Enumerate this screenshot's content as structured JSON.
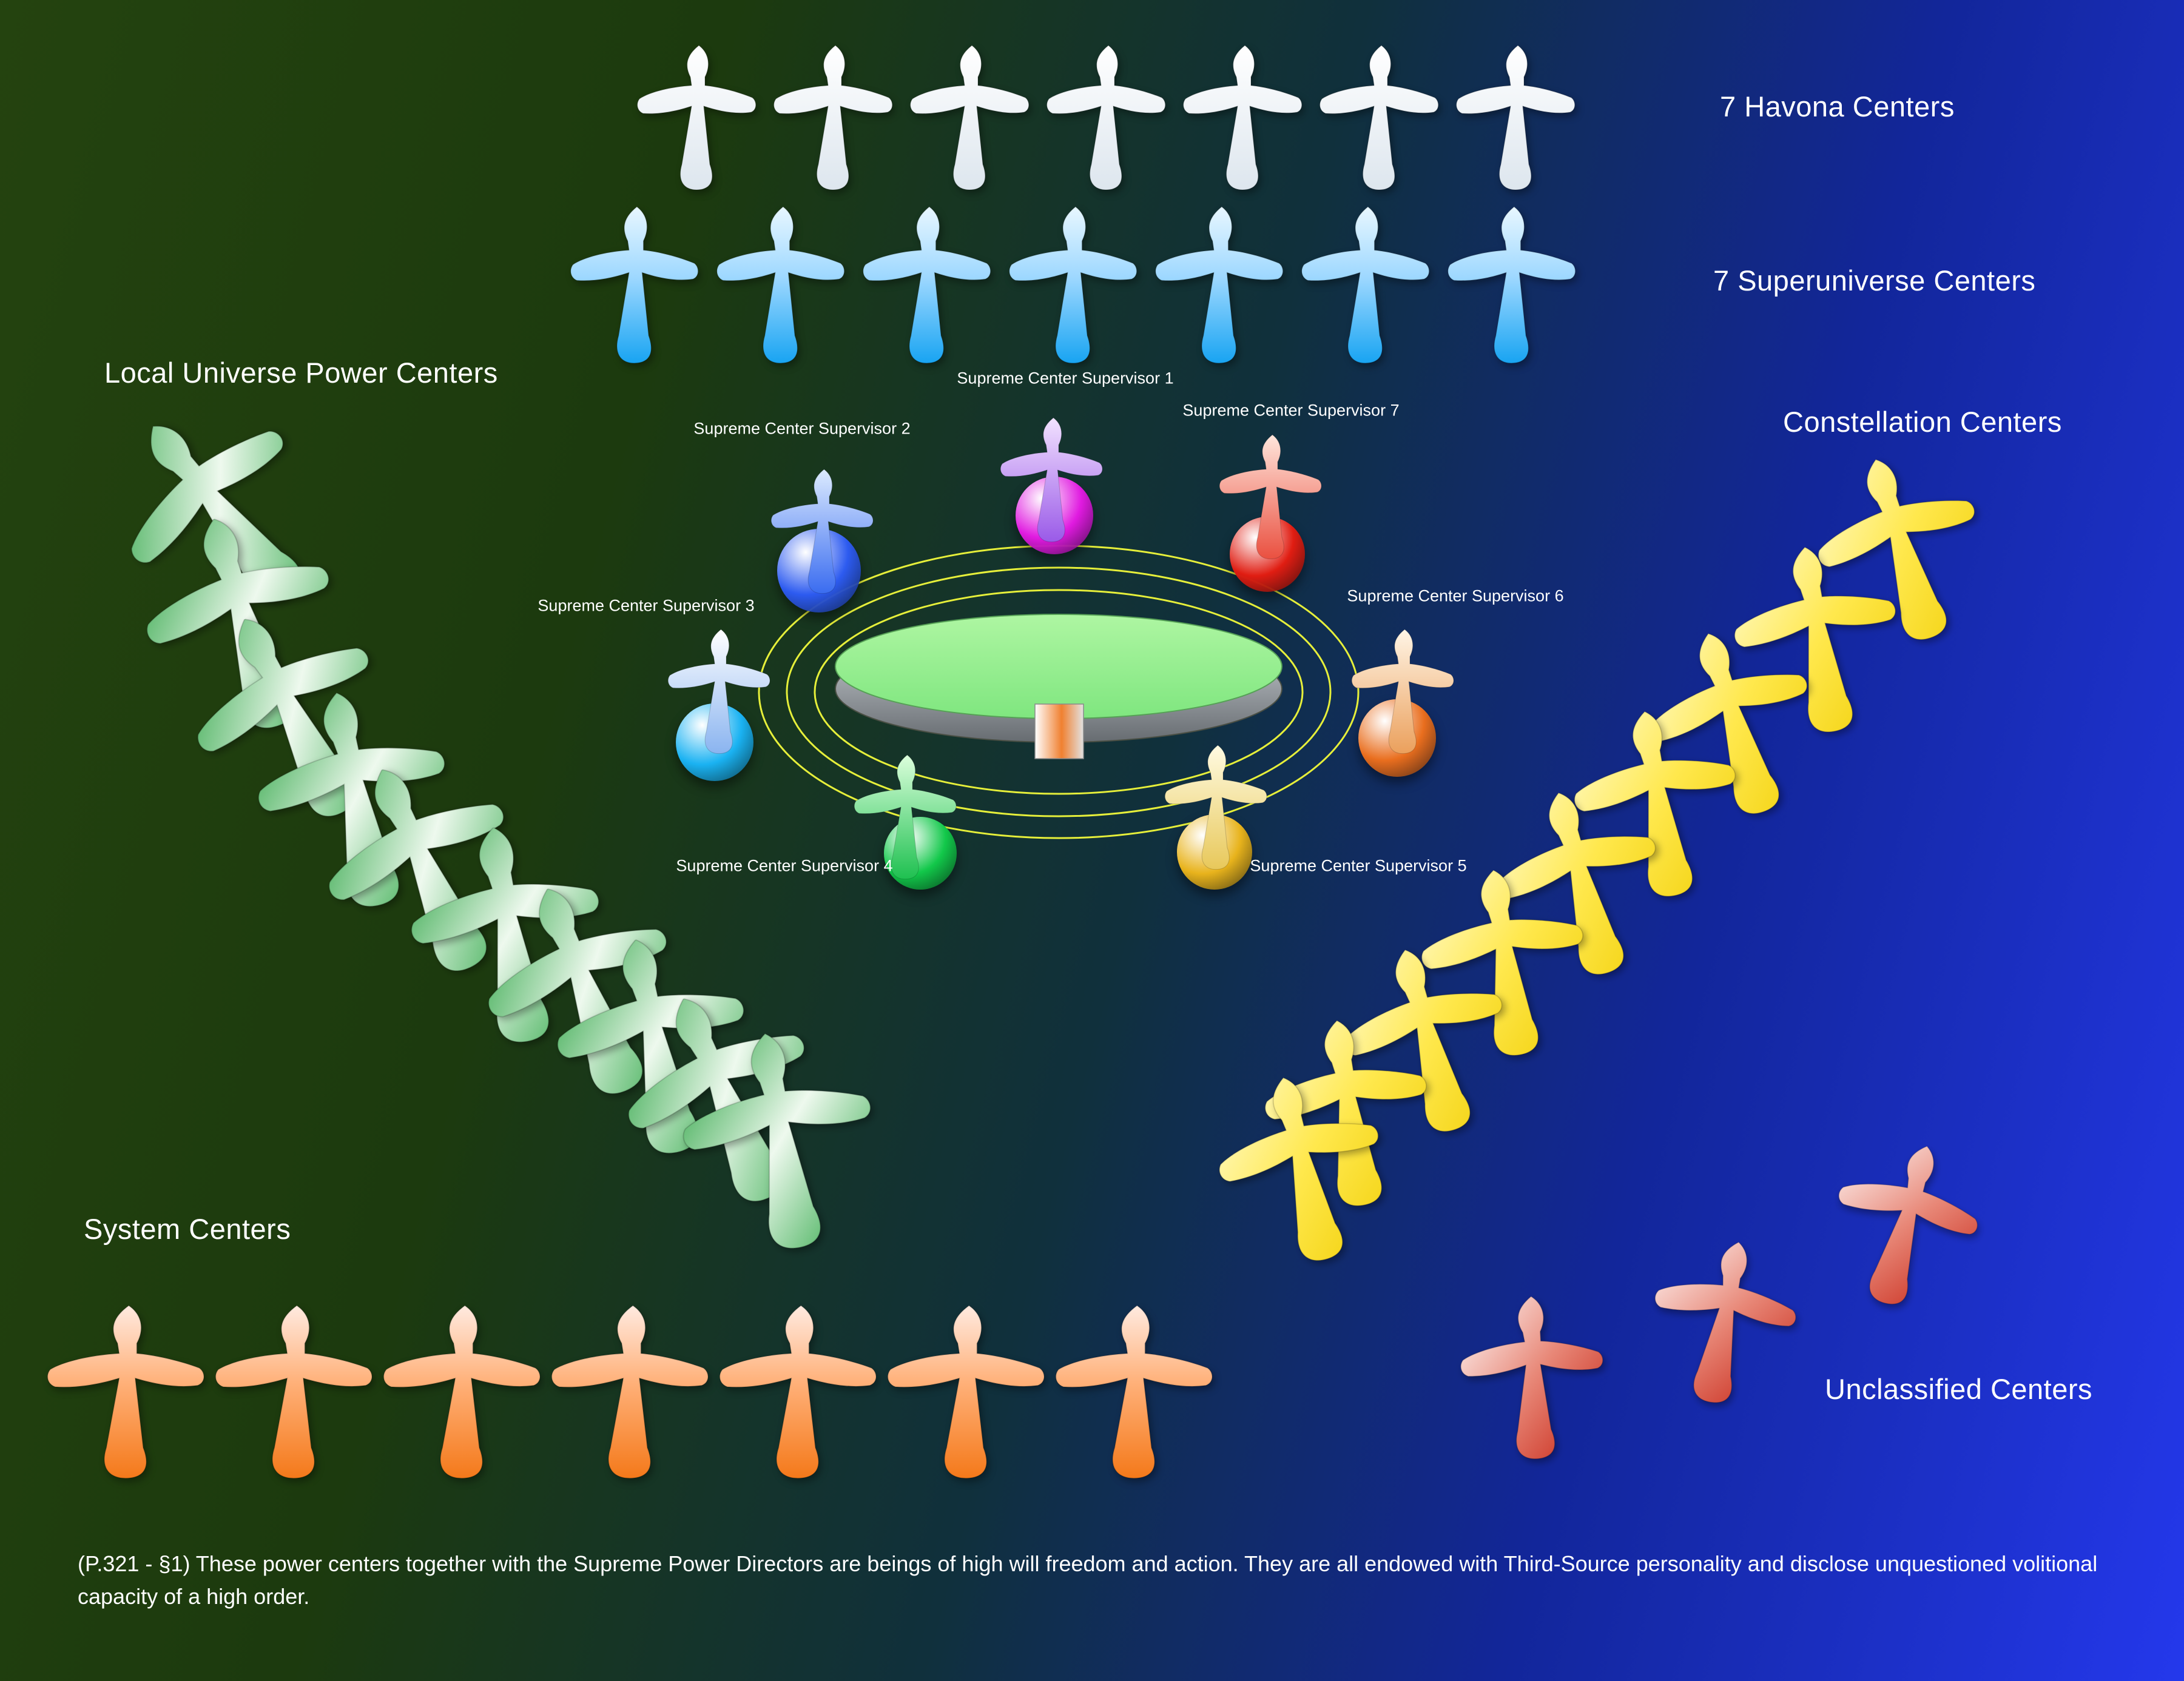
{
  "labels": {
    "havona": "7 Havona Centers",
    "superuniverse": "7 Superuniverse Centers",
    "local_universe": "Local Universe Power Centers",
    "constellation": "Constellation Centers",
    "system": "System Centers",
    "unclassified": "Unclassified Centers"
  },
  "groups": {
    "havona": {
      "count": 7,
      "color": "white"
    },
    "superuniverse": {
      "count": 7,
      "color": "blue"
    },
    "local_universe": {
      "count": 10,
      "color": "green"
    },
    "constellation": {
      "count": 9,
      "color": "yellow"
    },
    "system": {
      "count": 7,
      "color": "orange"
    },
    "unclassified": {
      "count": 3,
      "color": "redwhite"
    }
  },
  "supervisors": [
    {
      "label": "Supreme Center Supervisor 1",
      "color": "violet",
      "sphere": "#e01ae0"
    },
    {
      "label": "Supreme Center Supervisor 2",
      "color": "blue2",
      "sphere": "#2d5bf0"
    },
    {
      "label": "Supreme Center Supervisor 3",
      "color": "ltblue",
      "sphere": "#1ab2f2"
    },
    {
      "label": "Supreme Center Supervisor 4",
      "color": "green2",
      "sphere": "#12c84a"
    },
    {
      "label": "Supreme Center Supervisor 5",
      "color": "paleyellow",
      "sphere": "#e8b31c"
    },
    {
      "label": "Supreme Center Supervisor 6",
      "color": "tan",
      "sphere": "#e96e1e"
    },
    {
      "label": "Supreme Center Supervisor 7",
      "color": "red2",
      "sphere": "#e01d12"
    }
  ],
  "center": {
    "disk_color": "#90ee90",
    "orbit_color": "#e6ef3a"
  },
  "caption": "(P.321 - §1) These power centers together with the Supreme Power Directors are beings of high will freedom and action. They are all endowed with Third-Source personality and disclose unquestioned volitional capacity of a high order."
}
